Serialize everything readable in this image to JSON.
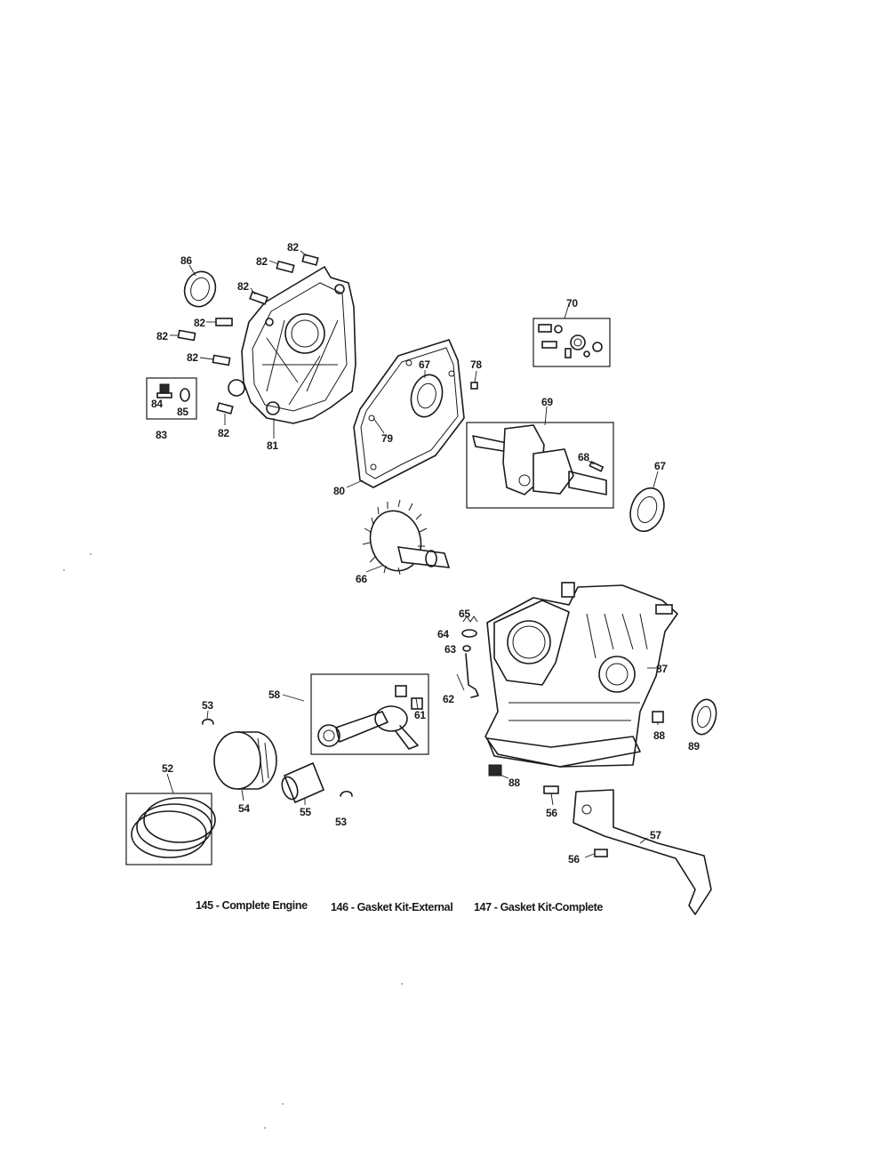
{
  "callouts": {
    "c82a": "82",
    "c82b": "82",
    "c82c": "82",
    "c82d": "82",
    "c82e": "82",
    "c82f": "82",
    "c82g": "82",
    "c86": "86",
    "c84": "84",
    "c85": "85",
    "c83": "83",
    "c81": "81",
    "c67a": "67",
    "c78": "78",
    "c79": "79",
    "c80": "80",
    "c70": "70",
    "c69": "69",
    "c68": "68",
    "c67b": "67",
    "c66": "66",
    "c65": "65",
    "c64": "64",
    "c63": "63",
    "c62": "62",
    "c87": "87",
    "c88a": "88",
    "c89": "89",
    "c88b": "88",
    "c58": "58",
    "c61": "61",
    "c53a": "53",
    "c52": "52",
    "c54": "54",
    "c55": "55",
    "c53b": "53",
    "c56a": "56",
    "c57": "57",
    "c56b": "56"
  },
  "kits": [
    "145 - Complete Engine",
    "146 - Gasket Kit-External",
    "147 - Gasket Kit-Complete"
  ]
}
